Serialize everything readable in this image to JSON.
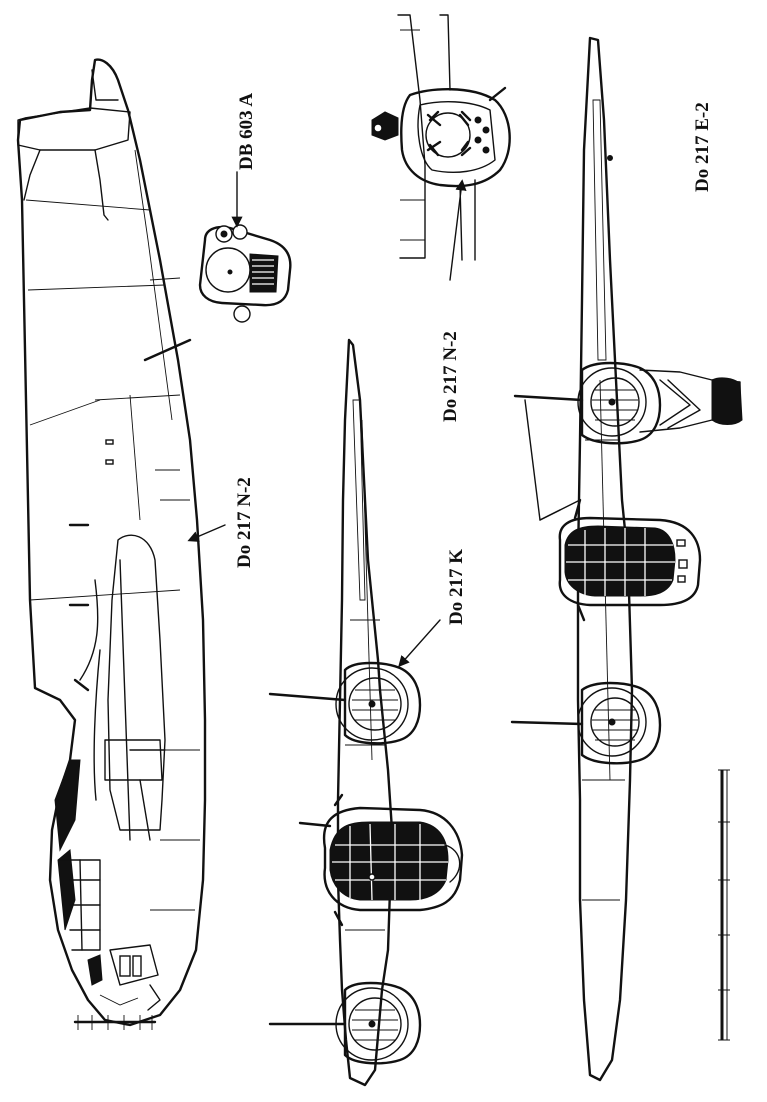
{
  "labels": {
    "engine": "DB 603 A",
    "side_view": "Do 217 N-2",
    "front_view": "Do 217 N-2",
    "plan_k": "Do 217 K",
    "plan_e2": "Do 217 E-2"
  }
}
